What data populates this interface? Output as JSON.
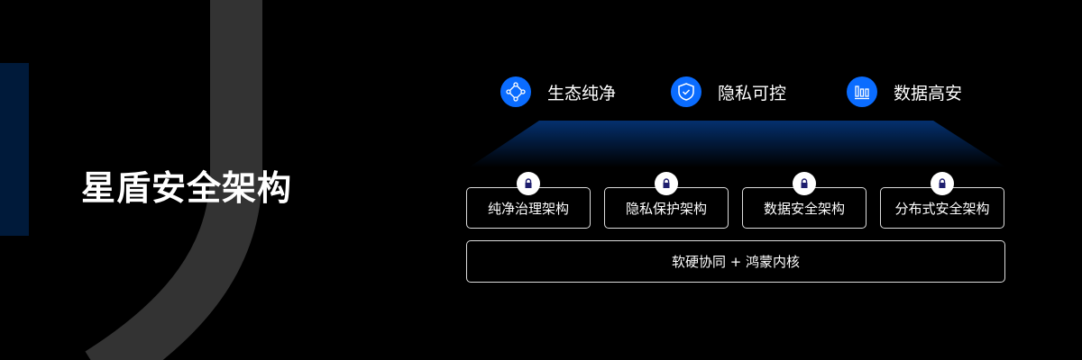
{
  "title": "星盾安全架构",
  "features": [
    {
      "label": "生态纯净",
      "icon": "network-icon"
    },
    {
      "label": "隐私可控",
      "icon": "shield-check-icon"
    },
    {
      "label": "数据高安",
      "icon": "bar-chart-icon"
    }
  ],
  "architectures": [
    "纯净治理架构",
    "隐私保护架构",
    "数据安全架构",
    "分布式安全架构"
  ],
  "base": "软硬协同 + 鸿蒙内核",
  "colors": {
    "accent": "#0a6cff",
    "navy": "#001a3a",
    "band": "#333333",
    "lock": "#1e1e6e"
  }
}
